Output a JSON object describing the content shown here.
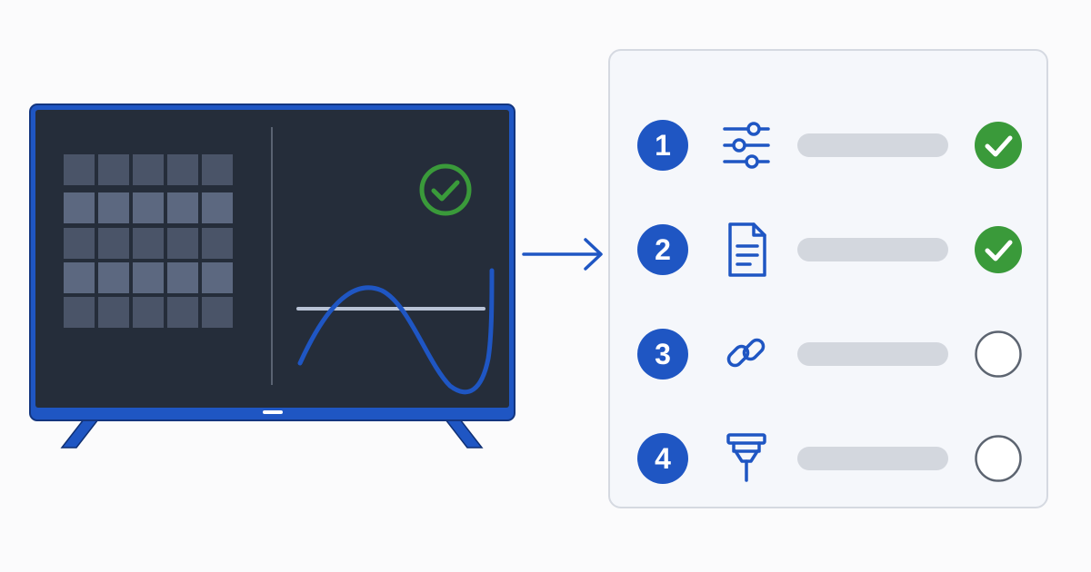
{
  "colors": {
    "accent_blue": "#1f56c3",
    "tv_frame": "#1f56c3",
    "screen_bg": "#252d3a",
    "success_green": "#3a9a3a",
    "pending_gray": "#5c6470",
    "bar_gray": "#d3d7de",
    "panel_bg": "#f5f7fb",
    "panel_border": "#d5d9e1"
  },
  "tv": {
    "grid": {
      "rows": 5,
      "cols": 5
    },
    "screen_check_icon": "check-circle-icon"
  },
  "steps": [
    {
      "number": "1",
      "icon": "sliders-icon",
      "status": "done"
    },
    {
      "number": "2",
      "icon": "document-icon",
      "status": "done"
    },
    {
      "number": "3",
      "icon": "link-icon",
      "status": "pending"
    },
    {
      "number": "4",
      "icon": "pin-icon",
      "status": "pending"
    }
  ]
}
